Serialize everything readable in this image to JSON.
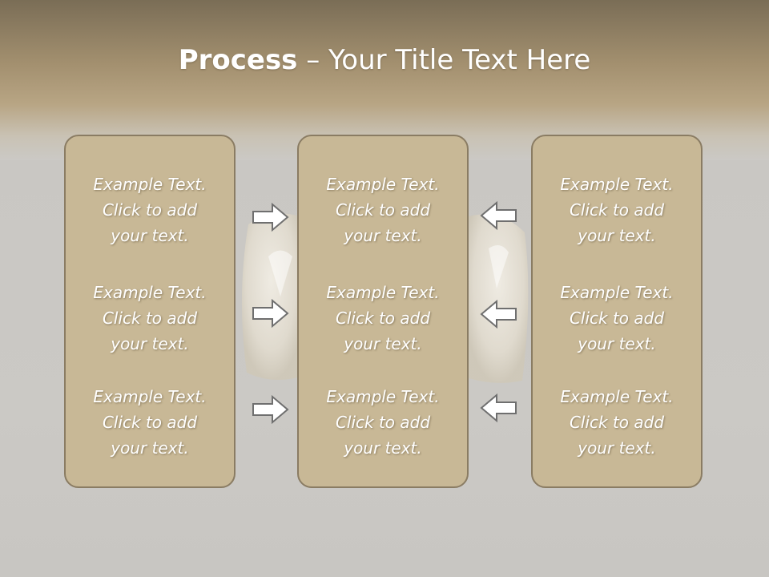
{
  "slide": {
    "title_bold": "Process",
    "title_rest": " – Your Title Text Here"
  },
  "columns": [
    {
      "items": [
        {
          "line1": "Example Text.",
          "line2": "Click  to add",
          "line3": "your text."
        },
        {
          "line1": "Example Text.",
          "line2": "Click  to add",
          "line3": "your text."
        },
        {
          "line1": "Example Text.",
          "line2": "Click  to add",
          "line3": "your text."
        }
      ]
    },
    {
      "items": [
        {
          "line1": "Example Text.",
          "line2": "Click  to add",
          "line3": "your text."
        },
        {
          "line1": "Example Text.",
          "line2": "Click  to add",
          "line3": "your text."
        },
        {
          "line1": "Example Text.",
          "line2": "Click  to add",
          "line3": "your text."
        }
      ]
    },
    {
      "items": [
        {
          "line1": "Example Text.",
          "line2": "Click  to add",
          "line3": "your text."
        },
        {
          "line1": "Example Text.",
          "line2": "Click  to add",
          "line3": "your text."
        },
        {
          "line1": "Example Text.",
          "line2": "Click  to add",
          "line3": "your text."
        }
      ]
    }
  ],
  "arrows": {
    "left_group": "arrow-right-icon",
    "right_group": "arrow-left-icon"
  },
  "colors": {
    "box_fill": "#c8b896",
    "box_border": "#8a7c63",
    "text": "#ffffff",
    "header_band": "#a3906f",
    "background": "#cbc9c5"
  }
}
